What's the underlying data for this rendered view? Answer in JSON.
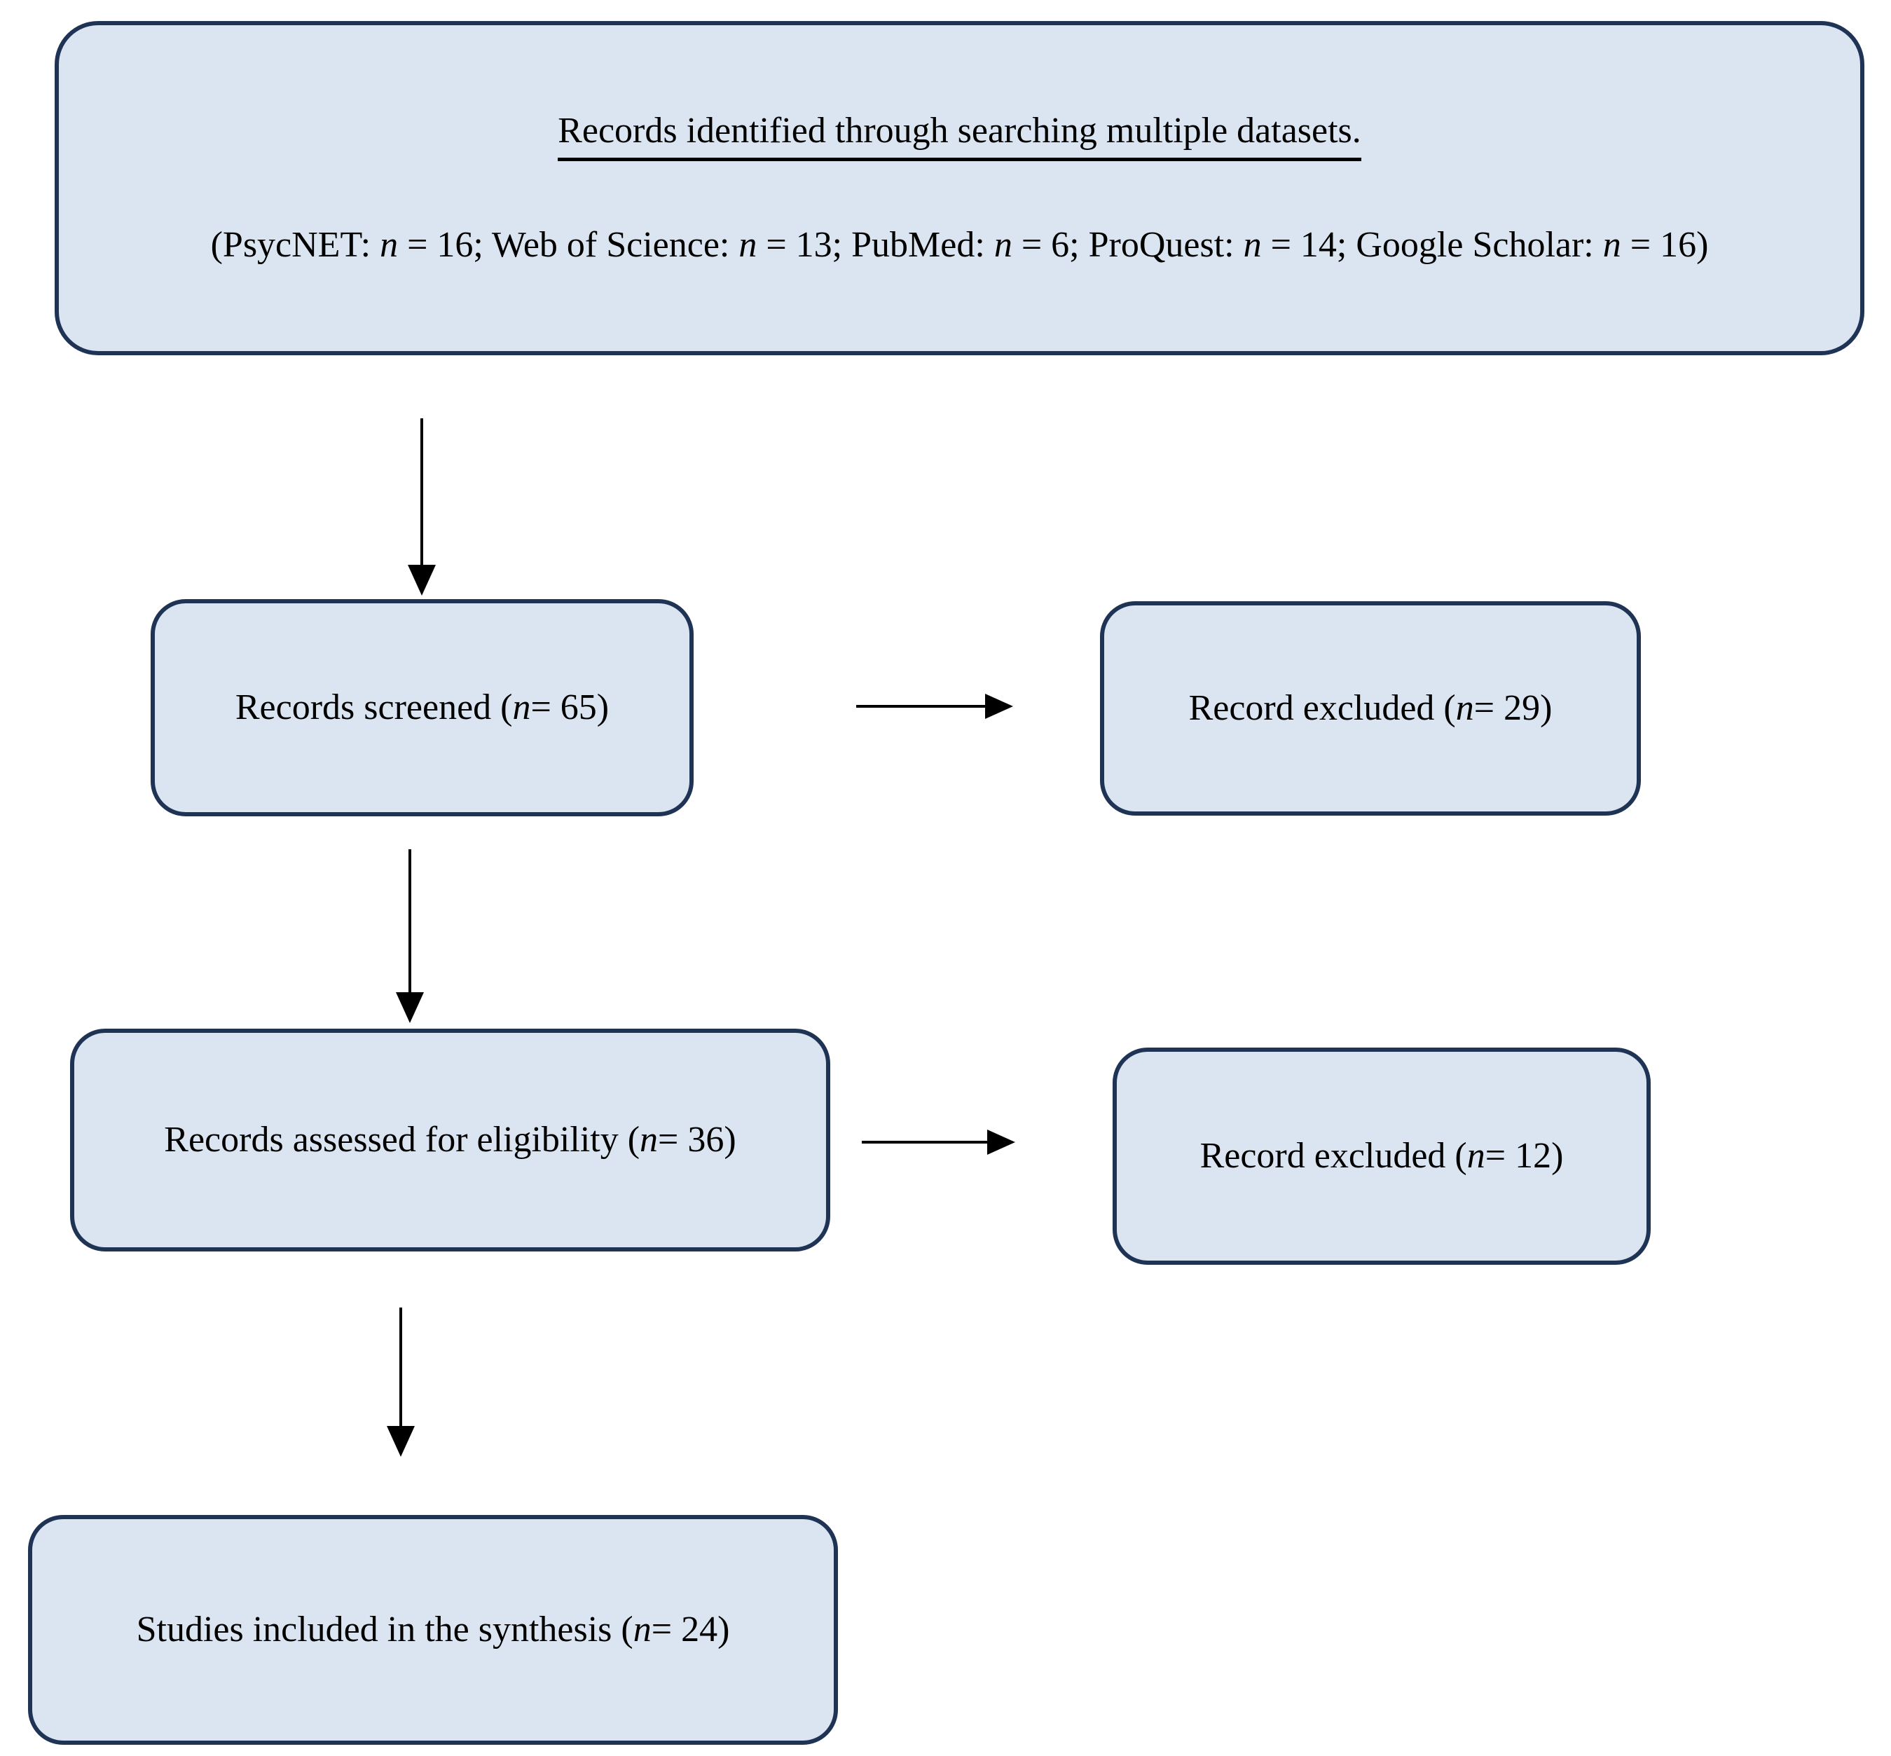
{
  "colors": {
    "page_background": "#ffffff",
    "box_fill": "#dbe5f1",
    "box_border": "#1f3355",
    "arrow": "#000000",
    "text": "#000000"
  },
  "boxes": {
    "identification": {
      "heading_segments": [
        {
          "text": "Records identified through searching multiple datasets.",
          "underline": true
        }
      ],
      "sources_segments": [
        {
          "text": "(PsycNET: "
        },
        {
          "text": "n",
          "italic": true
        },
        {
          "text": " = 16; Web of Science: "
        },
        {
          "text": "n",
          "italic": true
        },
        {
          "text": " = 13; PubMed: "
        },
        {
          "text": "n",
          "italic": true
        },
        {
          "text": " = 6; ProQuest: "
        },
        {
          "text": "n",
          "italic": true
        },
        {
          "text": " = 14; Google Scholar: "
        },
        {
          "text": "n",
          "italic": true
        },
        {
          "text": " = 16)"
        }
      ]
    },
    "screened": {
      "segments": [
        {
          "text": "Records screened ("
        },
        {
          "text": "n",
          "italic": true
        },
        {
          "text": "= 65)"
        }
      ]
    },
    "excluded_screening": {
      "segments": [
        {
          "text": "Record excluded ("
        },
        {
          "text": "n",
          "italic": true
        },
        {
          "text": "= 29)"
        }
      ]
    },
    "eligibility": {
      "segments": [
        {
          "text": "Records assessed for eligibility ("
        },
        {
          "text": "n",
          "italic": true
        },
        {
          "text": "= 36)"
        }
      ]
    },
    "excluded_eligibility": {
      "segments": [
        {
          "text": "Record excluded ("
        },
        {
          "text": "n",
          "italic": true
        },
        {
          "text": "= 12)"
        }
      ]
    },
    "included": {
      "segments": [
        {
          "text": "Studies included in the synthesis ("
        },
        {
          "text": "n",
          "italic": true
        },
        {
          "text": "= 24)"
        }
      ]
    }
  }
}
